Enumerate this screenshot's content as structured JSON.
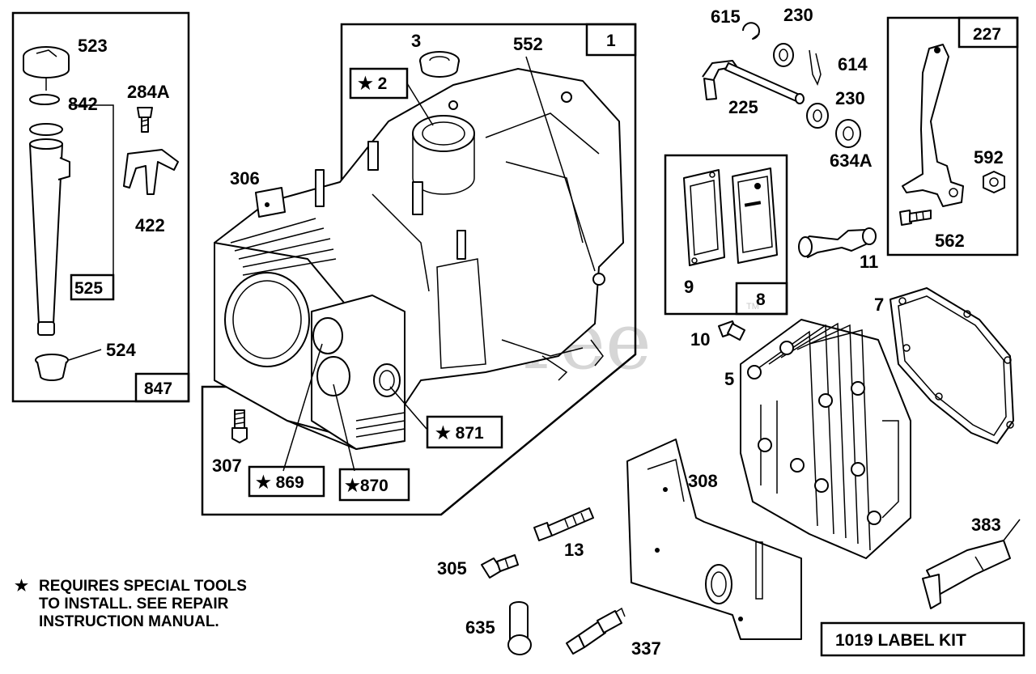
{
  "watermark": "PartsTree",
  "watermark_tm": "TM",
  "labels": {
    "p523": "523",
    "p842": "842",
    "p284A": "284A",
    "p422": "422",
    "p524": "524",
    "p3": "3",
    "p552": "552",
    "p306": "306",
    "p307": "307",
    "p615": "615",
    "p230a": "230",
    "p614": "614",
    "p230b": "230",
    "p225": "225",
    "p634A": "634A",
    "p592": "592",
    "p562": "562",
    "p9": "9",
    "p11": "11",
    "p7": "7",
    "p10": "10",
    "p5": "5",
    "p308": "308",
    "p13": "13",
    "p305": "305",
    "p635": "635",
    "p337": "337",
    "p383": "383"
  },
  "boxes": {
    "b1": "1",
    "b2": "★ 2",
    "b525": "525",
    "b847": "847",
    "b227": "227",
    "b8": "8",
    "b871": "★ 871",
    "b869": "★ 869",
    "b870": "★870",
    "kit": "1019 LABEL KIT"
  },
  "note": {
    "star": "★",
    "line1": "REQUIRES SPECIAL TOOLS",
    "line2": "TO INSTALL.  SEE REPAIR",
    "line3": "INSTRUCTION MANUAL."
  }
}
